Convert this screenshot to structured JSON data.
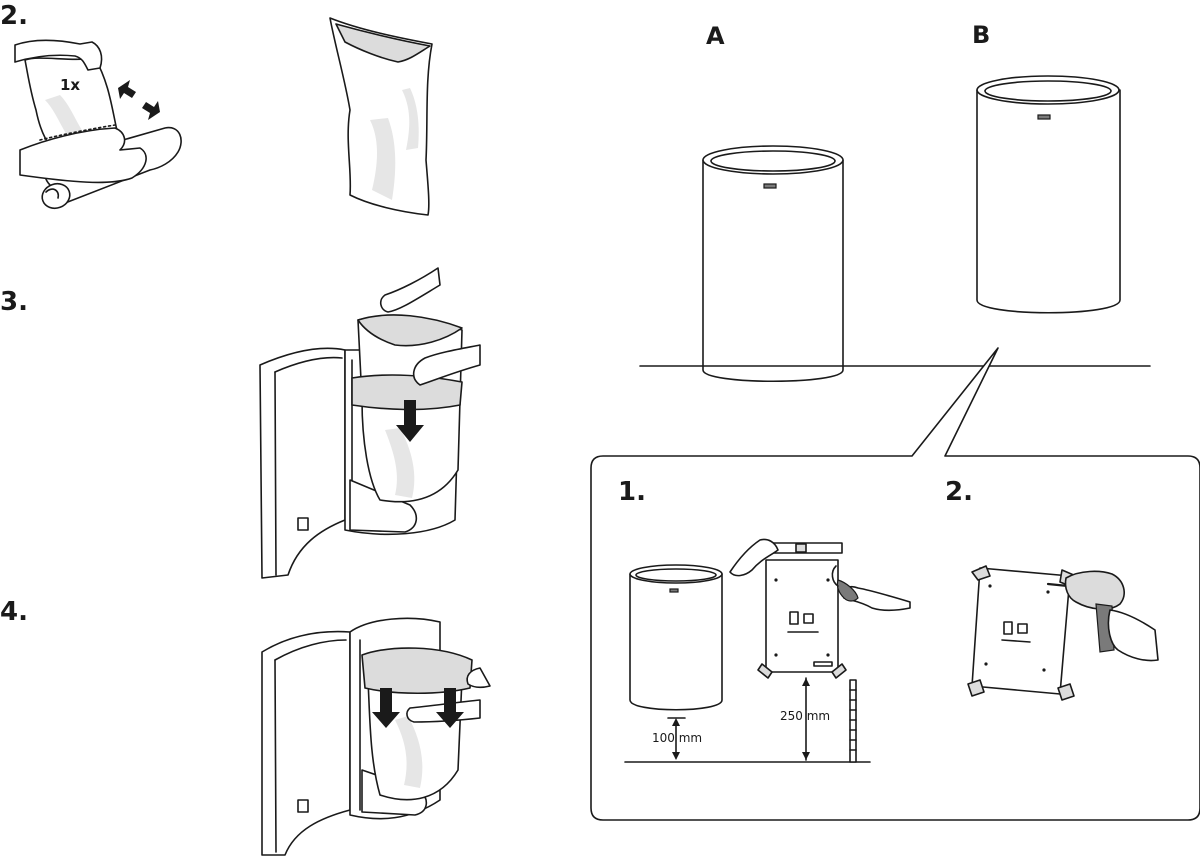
{
  "steps": {
    "s2": "2.",
    "s3": "3.",
    "s4": "4."
  },
  "step2_multiplier": "1x",
  "variants": {
    "a": "A",
    "b": "B"
  },
  "mounting": {
    "step1": "1.",
    "step2": "2.",
    "floor_gap": "100 mm",
    "plate_height": "250 mm"
  }
}
